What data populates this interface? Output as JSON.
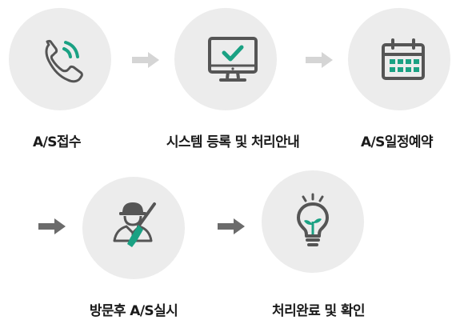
{
  "steps": [
    {
      "label": "A/S접수",
      "icon": "phone-icon"
    },
    {
      "label": "시스템 등록 및 처리안내",
      "icon": "monitor-check-icon"
    },
    {
      "label": "A/S일정예약",
      "icon": "calendar-icon"
    },
    {
      "label": "방문후 A/S실시",
      "icon": "technician-icon"
    },
    {
      "label": "처리완료 및 확인",
      "icon": "lightbulb-icon"
    }
  ],
  "colors": {
    "circle_bg": "#ececec",
    "icon_dark": "#555555",
    "accent_green": "#1aa183",
    "arrow_light": "#d5d5d5",
    "arrow_dark": "#6b6b6b"
  }
}
